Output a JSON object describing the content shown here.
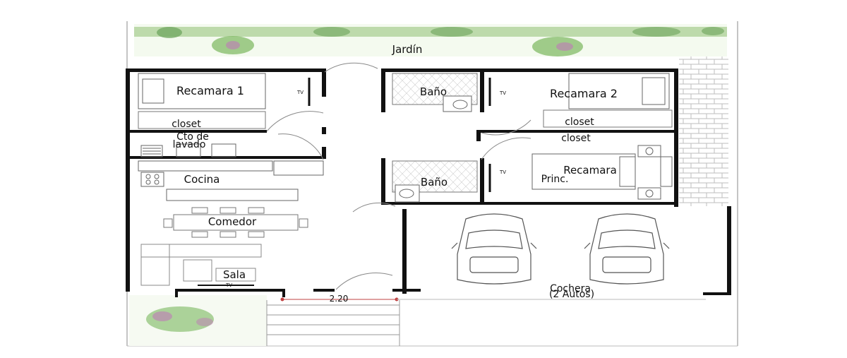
{
  "rooms": {
    "jardin": "Jardín",
    "recamara1": "Recamara 1",
    "bano1": "Baño",
    "recamara2": "Recamara 2",
    "closet1": "closet",
    "closet2": "closet",
    "closet3": "closet",
    "lavado_line1": "Cto de",
    "lavado_line2": "lavado",
    "cocina": "Cocina",
    "bano2": "Baño",
    "recamara_princ_line1": "Recamara",
    "recamara_princ_line2": "Princ.",
    "comedor": "Comedor",
    "sala": "Sala",
    "cochera_line1": "Cochera",
    "cochera_line2": "(2 Autos)"
  },
  "tv_labels": [
    "TV",
    "TV",
    "TV",
    "TV"
  ],
  "dimension": "2.20",
  "colors": {
    "wall": "#111111",
    "grass": "#7fb069",
    "brick": "#c9c9c9",
    "line": "#555555"
  }
}
